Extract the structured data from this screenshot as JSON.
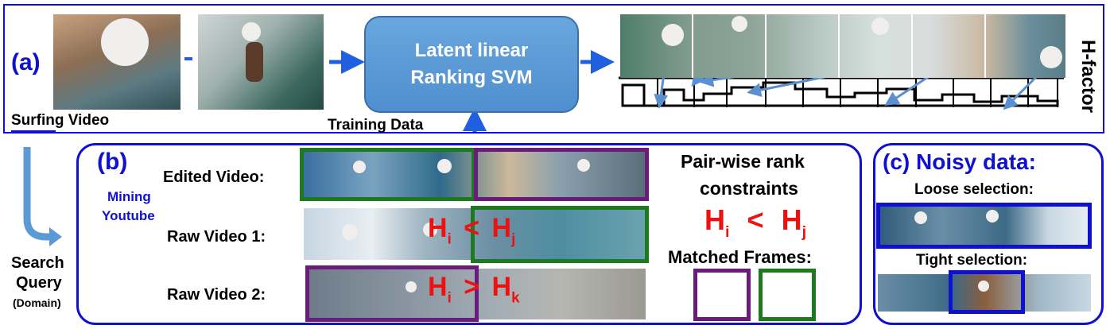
{
  "panel_a": {
    "label": "(a)",
    "source_caption": "Surfing Video",
    "model_line1": "Latent linear",
    "model_line2": "Ranking SVM",
    "training_caption": "Training Data",
    "output_label": "H-factor"
  },
  "panel_b": {
    "label": "(b)",
    "mining_line1": "Mining",
    "mining_line2": "Youtube",
    "rows": [
      "Edited Video:",
      "Raw Video 1:",
      "Raw Video 2:"
    ],
    "constraint_1": {
      "left": "H",
      "left_sub": "i",
      "op": "<",
      "right": "H",
      "right_sub": "j"
    },
    "constraint_2": {
      "left": "H",
      "left_sub": "i",
      "op": ">",
      "right": "H",
      "right_sub": "k"
    },
    "pairwise_line1": "Pair-wise rank",
    "pairwise_line2": "constraints",
    "pairwise_formula": {
      "left": "H",
      "left_sub": "i",
      "op": "<",
      "right": "H",
      "right_sub": "j"
    },
    "matched_frames": "Matched Frames:"
  },
  "search": {
    "line1": "Search",
    "line2": "Query",
    "line3": "(Domain)"
  },
  "panel_c": {
    "label": "(c) Noisy data:",
    "loose": "Loose selection:",
    "tight": "Tight selection:"
  },
  "colors": {
    "blue": "#1010d0",
    "red": "#ee1111",
    "green": "#1e7a1e",
    "purple": "#6a1c7a",
    "svm_fill": "#5b9bd5"
  }
}
